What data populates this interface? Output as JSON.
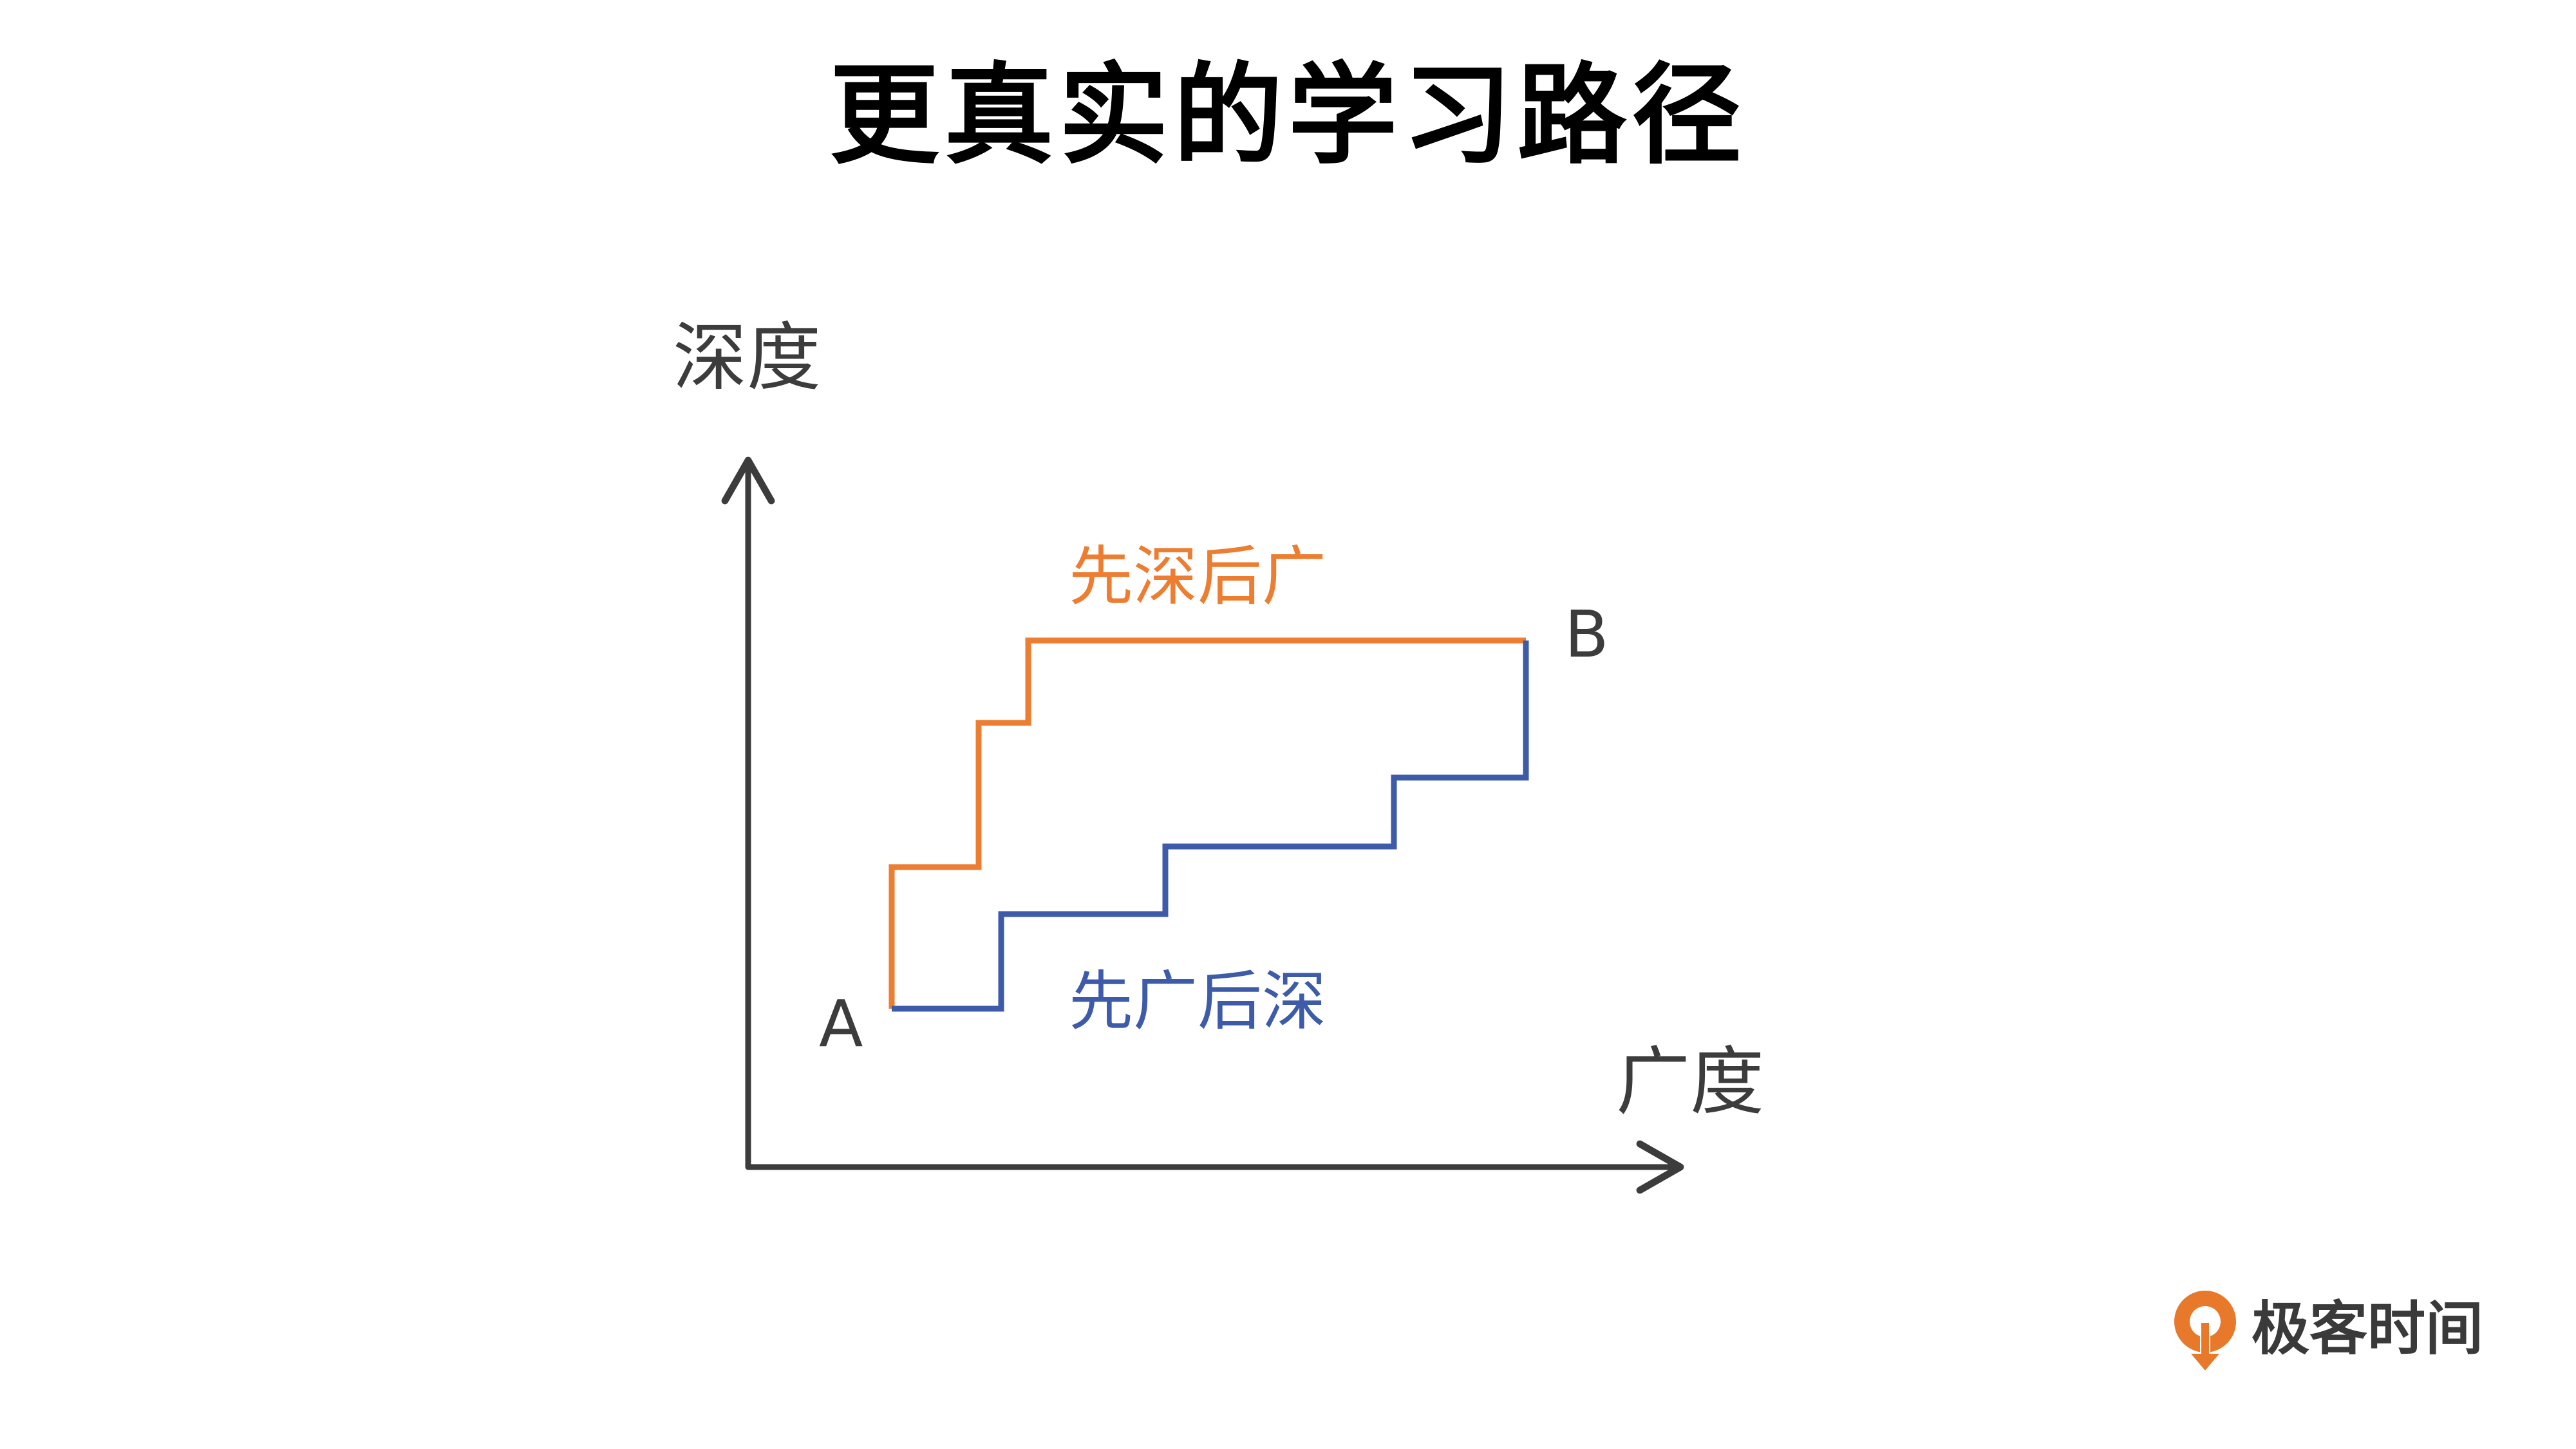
{
  "title": "更真实的学习路径",
  "diagram": {
    "y_axis_label": "深度",
    "x_axis_label": "广度",
    "start_label": "A",
    "end_label": "B",
    "paths": [
      {
        "id": "depth-first",
        "label": "先深后广",
        "color": "#ED7D31"
      },
      {
        "id": "breadth-first",
        "label": "先广后深",
        "color": "#3D5BA9"
      }
    ],
    "axis_color": "#3c3c3c"
  },
  "brand": {
    "name": "极客时间",
    "logo_color": "#E8782A",
    "logo_icon": "geektime-logo-icon"
  }
}
